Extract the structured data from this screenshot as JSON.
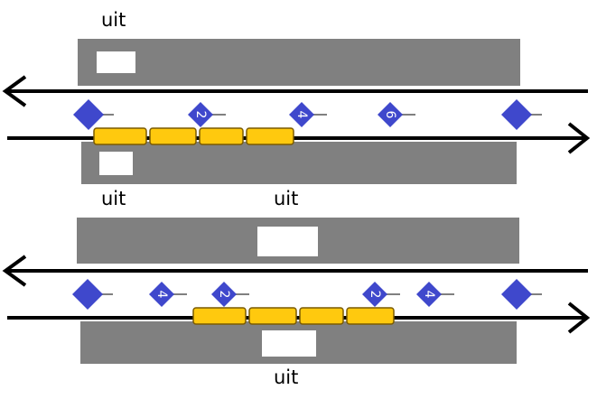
{
  "colors": {
    "platform": "#808080",
    "platform_sign": "#ffffff",
    "track": "#000000",
    "signal": "#3f48cc",
    "signal_text": "#ffffff",
    "train": "#ffc90e",
    "train_outline": "#7a5a00"
  },
  "scenarios": [
    {
      "labels": {
        "top_exit": "uit",
        "bottom_exit_left": "uit",
        "bottom_exit_right": "uit"
      },
      "signals": [
        {
          "kind": "plain",
          "text": ""
        },
        {
          "kind": "number",
          "text": "2"
        },
        {
          "kind": "number",
          "text": "4"
        },
        {
          "kind": "number",
          "text": "6"
        },
        {
          "kind": "plain",
          "text": ""
        }
      ],
      "train": {
        "cars": 4
      }
    },
    {
      "labels": {
        "bottom_exit": "uit"
      },
      "signals": [
        {
          "kind": "plain",
          "text": ""
        },
        {
          "kind": "number",
          "text": "4"
        },
        {
          "kind": "number",
          "text": "2"
        },
        {
          "kind": "number",
          "text": "2"
        },
        {
          "kind": "number",
          "text": "4"
        },
        {
          "kind": "plain",
          "text": ""
        }
      ],
      "train": {
        "cars": 4
      }
    }
  ]
}
